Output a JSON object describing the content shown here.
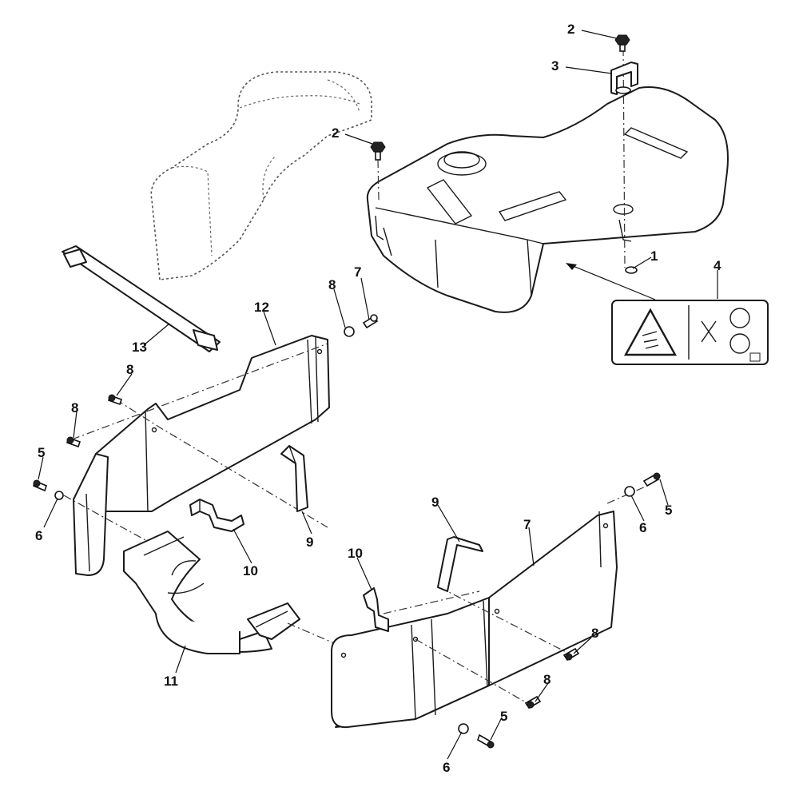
{
  "callouts": [
    {
      "id": "c2a",
      "label": "2"
    },
    {
      "id": "c3",
      "label": "3"
    },
    {
      "id": "c2b",
      "label": "2"
    },
    {
      "id": "c1",
      "label": "1"
    },
    {
      "id": "c4",
      "label": "4"
    },
    {
      "id": "c8a",
      "label": "8"
    },
    {
      "id": "c7a",
      "label": "7"
    },
    {
      "id": "c12",
      "label": "12"
    },
    {
      "id": "c13",
      "label": "13"
    },
    {
      "id": "c8b",
      "label": "8"
    },
    {
      "id": "c8c",
      "label": "8"
    },
    {
      "id": "c5a",
      "label": "5"
    },
    {
      "id": "c6a",
      "label": "6"
    },
    {
      "id": "c9a",
      "label": "9"
    },
    {
      "id": "c10a",
      "label": "10"
    },
    {
      "id": "c11",
      "label": "11"
    },
    {
      "id": "c9b",
      "label": "9"
    },
    {
      "id": "c10b",
      "label": "10"
    },
    {
      "id": "c7b",
      "label": "7"
    },
    {
      "id": "c6b",
      "label": "6"
    },
    {
      "id": "c5b",
      "label": "5"
    },
    {
      "id": "c8d",
      "label": "8"
    },
    {
      "id": "c8e",
      "label": "8"
    },
    {
      "id": "c5c",
      "label": "5"
    },
    {
      "id": "c6c",
      "label": "6"
    }
  ],
  "icons": [
    "warning-triangle-icon",
    "no-hands-blade-icon"
  ],
  "colors": {
    "line": "#1a1a1a",
    "ghost": "#555555",
    "background": "#ffffff"
  }
}
